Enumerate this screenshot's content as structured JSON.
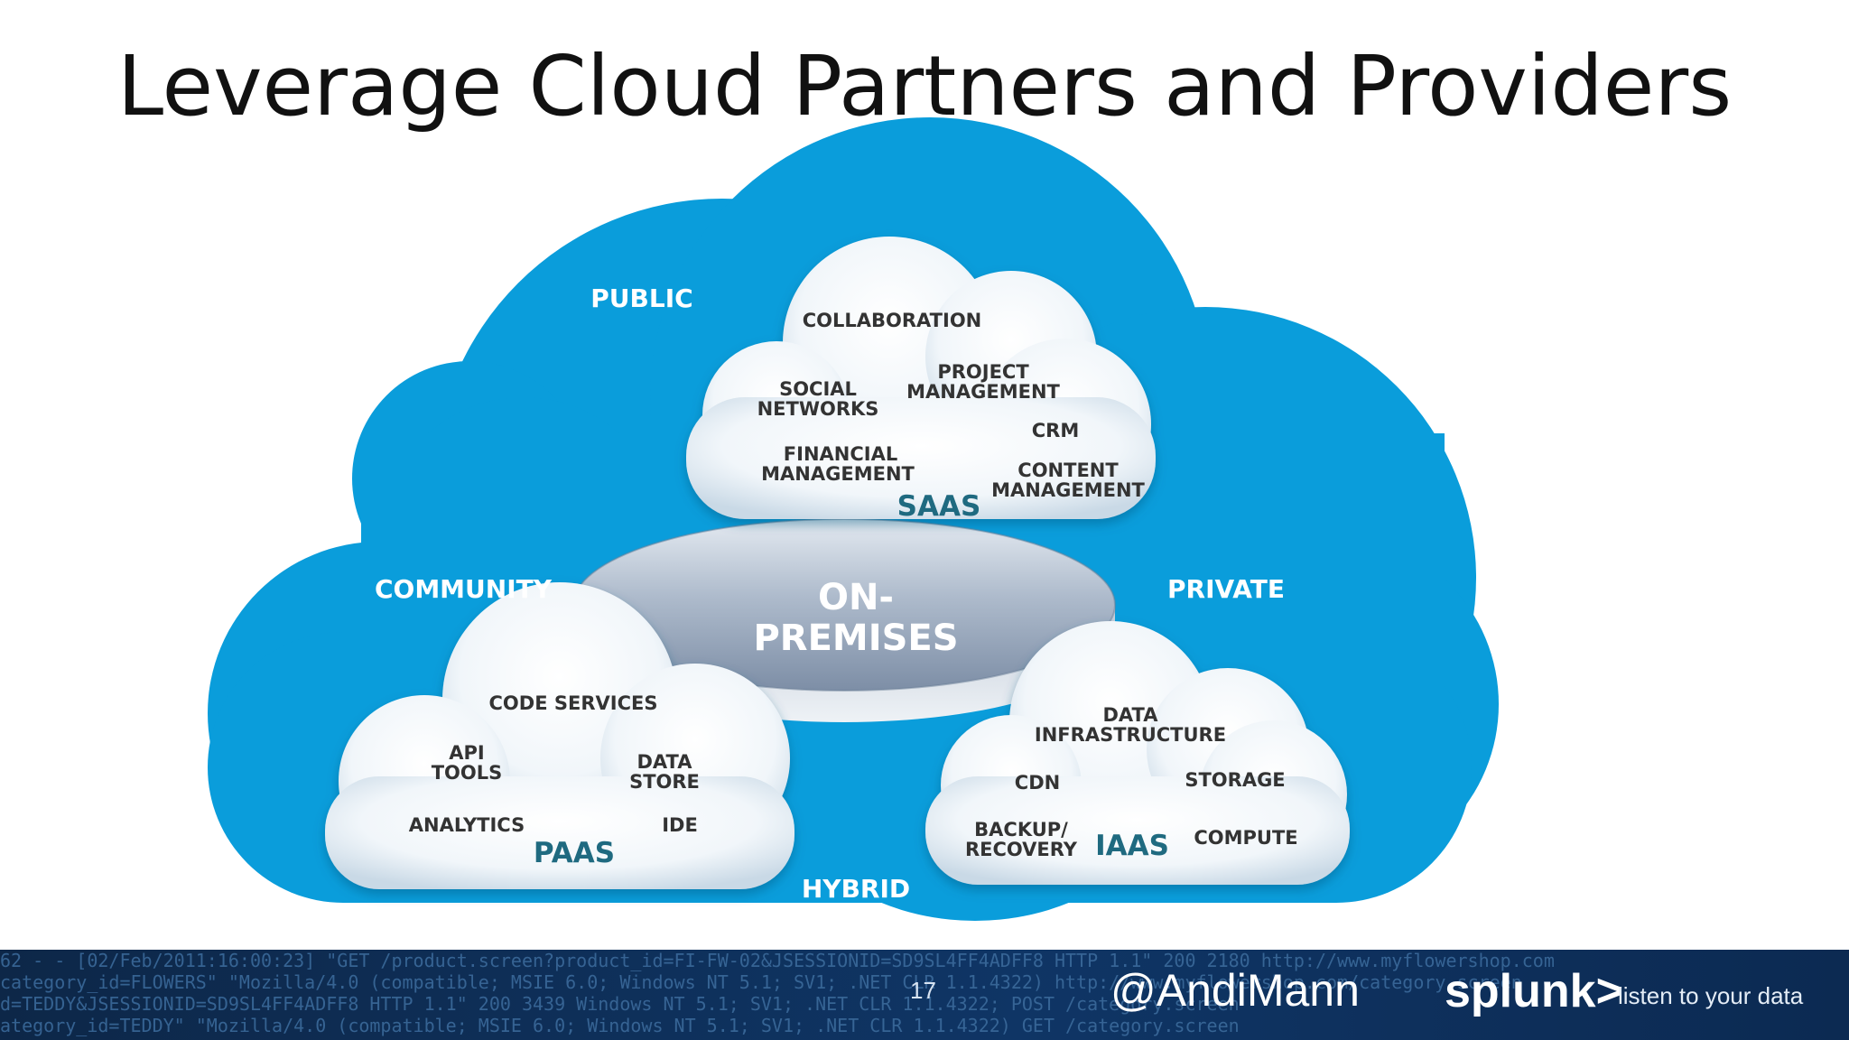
{
  "title": "Leverage Cloud Partners and Providers",
  "diagram": {
    "outer_labels": {
      "public": "PUBLIC",
      "community": "COMMUNITY",
      "private": "PRIVATE",
      "hybrid": "HYBRID"
    },
    "center": {
      "line1": "ON-",
      "line2": "PREMISES"
    },
    "saas": {
      "name": "SAAS",
      "collaboration": "COLLABORATION",
      "social": [
        "SOCIAL",
        "NETWORKS"
      ],
      "project": [
        "PROJECT",
        "MANAGEMENT"
      ],
      "crm": "CRM",
      "financial": [
        "FINANCIAL",
        "MANAGEMENT"
      ],
      "content": [
        "CONTENT",
        "MANAGEMENT"
      ]
    },
    "paas": {
      "name": "PAAS",
      "code": "CODE SERVICES",
      "api": [
        "API",
        "TOOLS"
      ],
      "datastore": [
        "DATA",
        "STORE"
      ],
      "analytics": "ANALYTICS",
      "ide": "IDE"
    },
    "iaas": {
      "name": "IAAS",
      "data": [
        "DATA",
        "INFRASTRUCTURE"
      ],
      "cdn": "CDN",
      "storage": "STORAGE",
      "backup": [
        "BACKUP/",
        "RECOVERY"
      ],
      "compute": "COMPUTE"
    }
  },
  "colors": {
    "outer_cloud": "#0a9ddb",
    "white_label": "#ffffff",
    "inner_text": "#333333",
    "service_text": "#1f6a80"
  },
  "footer": {
    "page_number": "17",
    "handle": "@AndiMann",
    "brand": "splunk>",
    "tagline": "listen to your data",
    "log_lines": [
      "62 - - [02/Feb/2011:16:00:23] \"GET /product.screen?product_id=FI-FW-02&JSESSIONID=SD9SL4FF4ADFF8 HTTP 1.1\" 200 2180 http://www.myflowershop.com",
      "category_id=FLOWERS\" \"Mozilla/4.0 (compatible; MSIE 6.0; Windows NT 5.1; SV1; .NET CLR 1.1.4322) http://www.myflowershop.com/category.screen",
      "d=TEDDY&JSESSIONID=SD9SL4FF4ADFF8 HTTP 1.1\" 200 3439 Windows NT 5.1; SV1; .NET CLR 1.1.4322; POST /category.screen",
      "ategory_id=TEDDY\" \"Mozilla/4.0 (compatible; MSIE 6.0; Windows NT 5.1; SV1; .NET CLR 1.1.4322) GET /category.screen"
    ]
  }
}
